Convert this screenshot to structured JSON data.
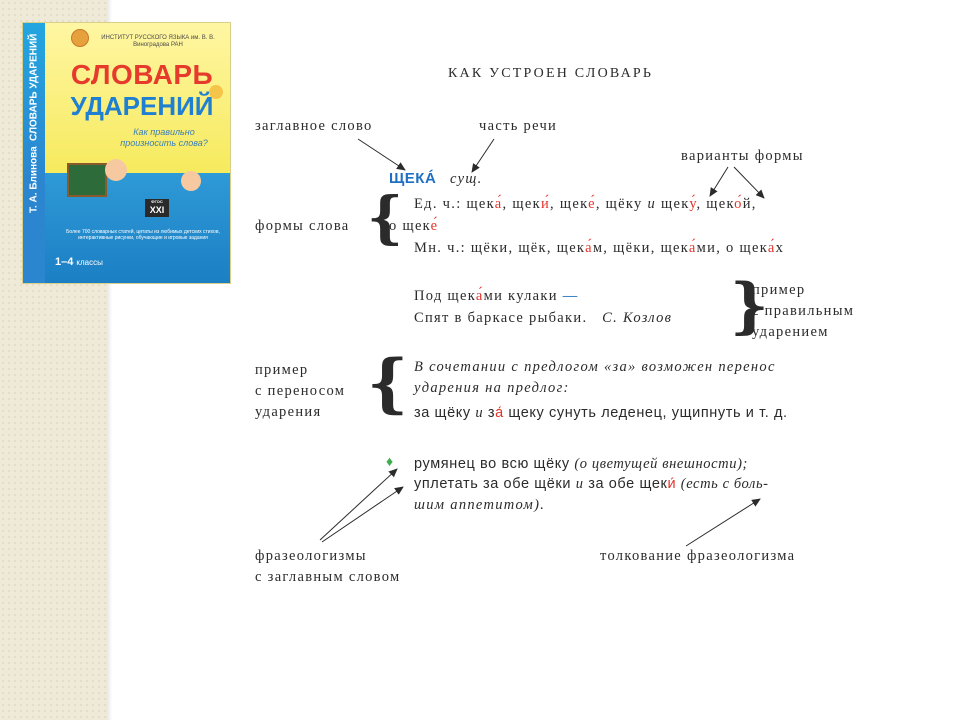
{
  "cover": {
    "spine_author": "Т. А. Блинова",
    "spine_title": "СЛОВАРЬ УДАРЕНИЙ",
    "publisher": "ИНСТИТУТ РУССКОГО ЯЗЫКА им. В. В. Виноградова РАН",
    "title_line1": "СЛОВАРЬ",
    "title_line2": "УДАРЕНИЙ",
    "subtitle": "Как правильно произносить слова?",
    "badge_top": "ФГОС",
    "badge": "XXI",
    "description": "Более 700 словарных статей, цитаты из любимых детских стихов, интерактивные рисунки, обучающие и игровые задания",
    "grades": "1–4",
    "grades_suffix": "классы"
  },
  "diagram": {
    "heading": "КАК УСТРОЕН СЛОВАРЬ",
    "label_head_word": "заглавное слово",
    "label_pos": "часть речи",
    "label_variants": "варианты формы",
    "head_word": "ЩЕКÁ",
    "pos": "сущ.",
    "label_word_forms": "формы слова",
    "sing_line_a": "Ед. ч.: щекá, щекú, щекé, щёку",
    "sing_and": "и",
    "sing_line_b": "щекý, щекóй,",
    "sing_line2": "о щекé",
    "plural_line": "Мн. ч.: щёки, щёк, щекáм, щёки, щекáми, о щекáх",
    "quote_line1": "Под щекáми кулаки",
    "quote_dash": "—",
    "quote_line2": "Спят в баркасе рыбаки.",
    "quote_author": "С. Козлов",
    "label_correct_stress": [
      "пример",
      "с правильным",
      "ударением"
    ],
    "label_stress_shift": [
      "пример",
      "с переносом",
      "ударения"
    ],
    "shift_note_line1": "В сочетании с предлогом «за» возможен перенос",
    "shift_note_line2": "ударения на предлог:",
    "shift_example_a": "за щёку",
    "shift_example_and": "и",
    "shift_example_b": "зá щеку сунуть леденец, ущипнуть и т. д.",
    "bullet": "♦",
    "phrase1": "румянец во всю щёку",
    "phrase1_gloss": "(о цветущей внешности);",
    "phrase2_a": "уплетать за обе щёки",
    "phrase2_and": "и",
    "phrase2_b": "за обе щекú",
    "phrase2_gloss_line1": "(есть с боль-",
    "phrase2_gloss_line2": "шим аппетитом).",
    "label_idioms": [
      "фразеологизмы",
      "с заглавным словом"
    ],
    "label_idiom_meaning": "толкование фразеологизма"
  }
}
